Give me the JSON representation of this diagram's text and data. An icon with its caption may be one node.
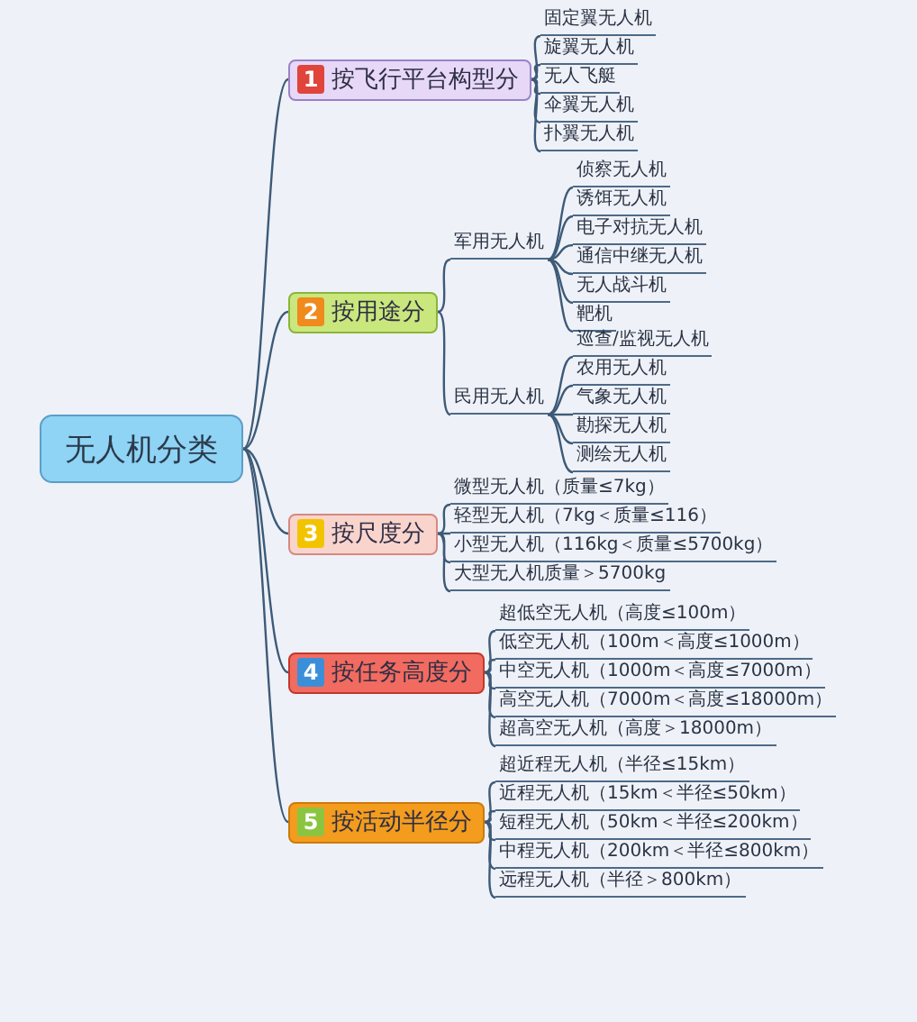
{
  "diagram": {
    "nodes": [
      {
        "text": [
          "无人机分类"
        ]
      },
      {
        "text": [
          "1",
          "按飞行平台构型分"
        ]
      },
      {
        "text": [
          "固定翼无人机"
        ]
      },
      {
        "text": [
          "旋翼无人机"
        ]
      },
      {
        "text": [
          "无人飞艇"
        ]
      },
      {
        "text": [
          "伞翼无人机"
        ]
      },
      {
        "text": [
          "扑翼无人机"
        ]
      },
      {
        "text": [
          "2",
          "按用途分"
        ]
      },
      {
        "text": [
          "军用无人机"
        ]
      },
      {
        "text": [
          "侦察无人机"
        ]
      },
      {
        "text": [
          "诱饵无人机"
        ]
      },
      {
        "text": [
          "电子对抗无人机"
        ]
      },
      {
        "text": [
          "通信中继无人机"
        ]
      },
      {
        "text": [
          "无人战斗机"
        ]
      },
      {
        "text": [
          "靶机"
        ]
      },
      {
        "text": [
          "民用无人机"
        ]
      },
      {
        "text": [
          "巡查/监视无人机"
        ]
      },
      {
        "text": [
          "农用无人机"
        ]
      },
      {
        "text": [
          "气象无人机"
        ]
      },
      {
        "text": [
          "勘探无人机"
        ]
      },
      {
        "text": [
          "测绘无人机"
        ]
      },
      {
        "text": [
          "3",
          "按尺度分"
        ]
      },
      {
        "text": [
          "微型无人机（质量≤7kg）"
        ]
      },
      {
        "text": [
          "轻型无人机（7kg＜质量≤116）"
        ]
      },
      {
        "text": [
          "小型无人机（116kg＜质量≤5700kg）"
        ]
      },
      {
        "text": [
          "大型无人机质量＞5700kg"
        ]
      },
      {
        "text": [
          "4",
          "按任务高度分"
        ]
      },
      {
        "text": [
          "超低空无人机（高度≤100m）"
        ]
      },
      {
        "text": [
          "低空无人机（100m＜高度≤1000m）"
        ]
      },
      {
        "text": [
          "中空无人机（1000m＜高度≤7000m）"
        ]
      },
      {
        "text": [
          "高空无人机（7000m＜高度≤18000m）"
        ]
      },
      {
        "text": [
          "超高空无人机（高度＞18000m）"
        ]
      },
      {
        "text": [
          "5",
          "按活动半径分"
        ]
      },
      {
        "text": [
          "超近程无人机（半径≤15km）"
        ]
      },
      {
        "text": [
          "近程无人机（15km＜半径≤50km）"
        ]
      },
      {
        "text": [
          "短程无人机（50km＜半径≤200km）"
        ]
      },
      {
        "text": [
          "中程无人机（200km＜半径≤800km）"
        ]
      },
      {
        "text": [
          "远程无人机（半径＞800km）"
        ]
      }
    ],
    "edges": [
      {
        "from": 0,
        "to": 1,
        "arrow": "none"
      },
      {
        "from": 1,
        "to": 2,
        "arrow": "none"
      },
      {
        "from": 1,
        "to": 3,
        "arrow": "none"
      },
      {
        "from": 1,
        "to": 4,
        "arrow": "none"
      },
      {
        "from": 1,
        "to": 5,
        "arrow": "none"
      },
      {
        "from": 1,
        "to": 6,
        "arrow": "none"
      },
      {
        "from": 0,
        "to": 7,
        "arrow": "none"
      },
      {
        "from": 7,
        "to": 8,
        "arrow": "none"
      },
      {
        "from": 8,
        "to": 9,
        "arrow": "none"
      },
      {
        "from": 8,
        "to": 10,
        "arrow": "none"
      },
      {
        "from": 8,
        "to": 11,
        "arrow": "none"
      },
      {
        "from": 8,
        "to": 12,
        "arrow": "none"
      },
      {
        "from": 8,
        "to": 13,
        "arrow": "none"
      },
      {
        "from": 8,
        "to": 14,
        "arrow": "none"
      },
      {
        "from": 7,
        "to": 15,
        "arrow": "none"
      },
      {
        "from": 15,
        "to": 16,
        "arrow": "none"
      },
      {
        "from": 15,
        "to": 17,
        "arrow": "none"
      },
      {
        "from": 15,
        "to": 18,
        "arrow": "none"
      },
      {
        "from": 15,
        "to": 19,
        "arrow": "none"
      },
      {
        "from": 15,
        "to": 20,
        "arrow": "none"
      },
      {
        "from": 0,
        "to": 21,
        "arrow": "none"
      },
      {
        "from": 21,
        "to": 22,
        "arrow": "none"
      },
      {
        "from": 21,
        "to": 23,
        "arrow": "none"
      },
      {
        "from": 21,
        "to": 24,
        "arrow": "none"
      },
      {
        "from": 21,
        "to": 25,
        "arrow": "none"
      },
      {
        "from": 0,
        "to": 26,
        "arrow": "none"
      },
      {
        "from": 26,
        "to": 27,
        "arrow": "none"
      },
      {
        "from": 26,
        "to": 28,
        "arrow": "none"
      },
      {
        "from": 26,
        "to": 29,
        "arrow": "none"
      },
      {
        "from": 26,
        "to": 30,
        "arrow": "none"
      },
      {
        "from": 26,
        "to": 31,
        "arrow": "none"
      },
      {
        "from": 0,
        "to": 32,
        "arrow": "none"
      },
      {
        "from": 32,
        "to": 33,
        "arrow": "none"
      },
      {
        "from": 32,
        "to": 34,
        "arrow": "none"
      },
      {
        "from": 32,
        "to": 35,
        "arrow": "none"
      },
      {
        "from": 32,
        "to": 36,
        "arrow": "none"
      },
      {
        "from": 32,
        "to": 37,
        "arrow": "none"
      }
    ]
  }
}
